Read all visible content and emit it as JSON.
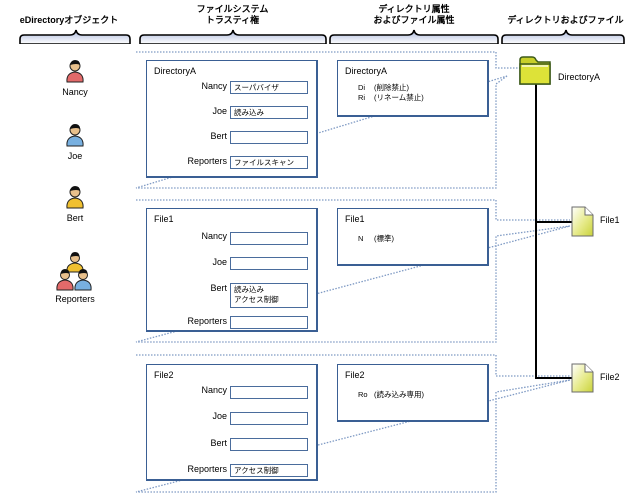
{
  "headers": {
    "edirectory": "eDirectoryオブジェクト",
    "trustee_line1": "ファイルシステム",
    "trustee_line2": "トラスティ権",
    "attributes_line1": "ディレクトリ属性",
    "attributes_line2": "およびファイル属性",
    "tree": "ディレクトリおよびファイル"
  },
  "users": [
    {
      "name": "Nancy",
      "icon": "user-red-icon"
    },
    {
      "name": "Joe",
      "icon": "user-blue-icon"
    },
    {
      "name": "Bert",
      "icon": "user-yellow-icon"
    },
    {
      "name": "Reporters",
      "icon": "group-icon"
    }
  ],
  "trustees": [
    {
      "object": "DirectoryA",
      "rows": [
        {
          "user": "Nancy",
          "rights": "スーパバイザ"
        },
        {
          "user": "Joe",
          "rights": "読み込み"
        },
        {
          "user": "Bert",
          "rights": ""
        },
        {
          "user": "Reporters",
          "rights": "ファイルスキャン"
        }
      ]
    },
    {
      "object": "File1",
      "rows": [
        {
          "user": "Nancy",
          "rights": ""
        },
        {
          "user": "Joe",
          "rights": ""
        },
        {
          "user": "Bert",
          "rights": "読み込み",
          "rights2": "アクセス制御"
        },
        {
          "user": "Reporters",
          "rights": ""
        }
      ]
    },
    {
      "object": "File2",
      "rows": [
        {
          "user": "Nancy",
          "rights": ""
        },
        {
          "user": "Joe",
          "rights": ""
        },
        {
          "user": "Bert",
          "rights": ""
        },
        {
          "user": "Reporters",
          "rights": "アクセス制御"
        }
      ]
    }
  ],
  "attributes": [
    {
      "object": "DirectoryA",
      "items": [
        {
          "code": "Di",
          "desc": "(削除禁止)"
        },
        {
          "code": "Ri",
          "desc": "(リネーム禁止)"
        }
      ]
    },
    {
      "object": "File1",
      "items": [
        {
          "code": "N",
          "desc": "(標準)"
        }
      ]
    },
    {
      "object": "File2",
      "items": [
        {
          "code": "Ro",
          "desc": "(読み込み専用)"
        }
      ]
    }
  ],
  "tree": {
    "folder": "DirectoryA",
    "files": [
      "File1",
      "File2"
    ],
    "colors": {
      "folder_fill": "#d9e030",
      "file_fill": "#e2e86a",
      "line": "#000000"
    }
  },
  "colors": {
    "panel_border": "#3a5f94",
    "dotted_border": "#7f9ac4",
    "bracket_fill": "#c9d3ea"
  }
}
